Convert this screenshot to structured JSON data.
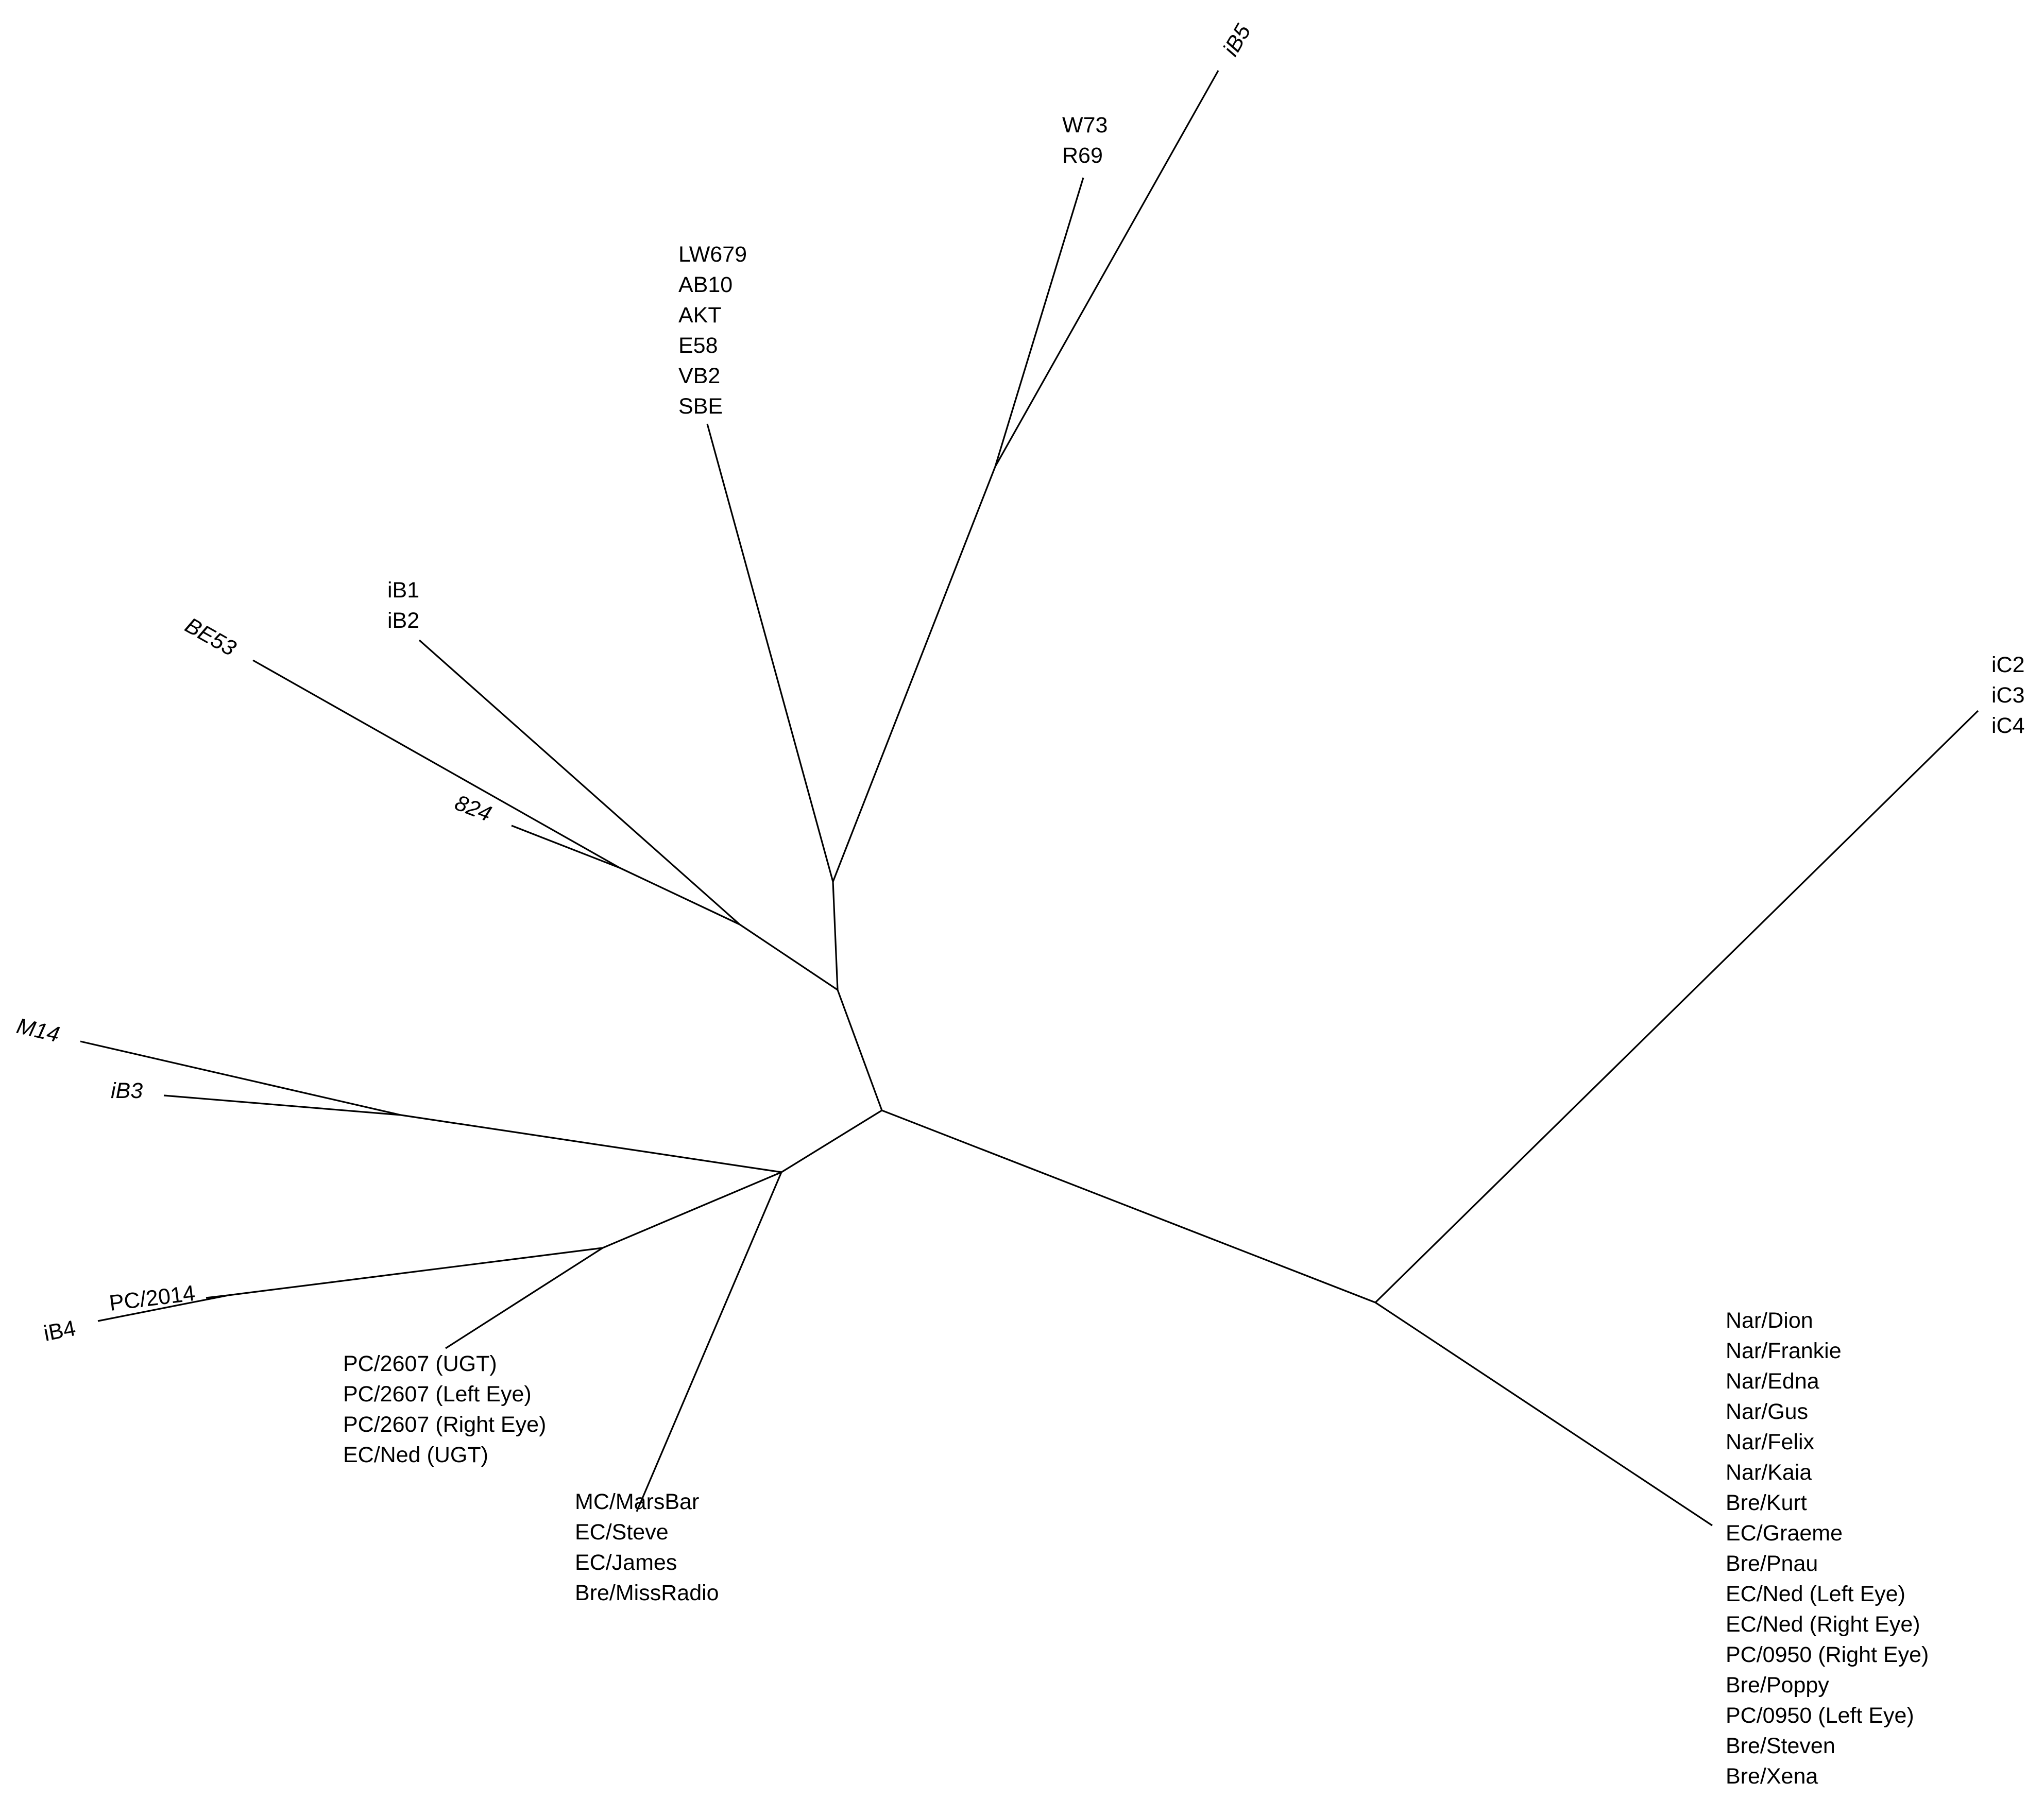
{
  "tree": {
    "line_color": "#000000",
    "background": "#ffffff",
    "taxa": {
      "iB5": "iB5",
      "W73_R69": [
        "W73",
        "R69"
      ],
      "LW679_group": [
        "LW679",
        "AB10",
        "AKT",
        "E58",
        "VB2",
        "SBE"
      ],
      "iB1_iB2": [
        "iB1",
        "iB2"
      ],
      "BE53": "BE53",
      "t824": "824",
      "M14": "M14",
      "iB3": "iB3",
      "PC2014": "PC/2014",
      "iB4": "iB4",
      "PC2607_group": [
        "PC/2607 (UGT)",
        "PC/2607 (Left Eye)",
        "PC/2607 (Right Eye)",
        "EC/Ned (UGT)"
      ],
      "MC_group": [
        "MC/MarsBar",
        "EC/Steve",
        "EC/James",
        "Bre/MissRadio"
      ],
      "iC_group": [
        "iC2",
        "iC3",
        "iC4"
      ],
      "Nar_group": [
        "Nar/Dion",
        "Nar/Frankie",
        "Nar/Edna",
        "Nar/Gus",
        "Nar/Felix",
        "Nar/Kaia",
        "Bre/Kurt",
        "EC/Graeme",
        "Bre/Pnau",
        "EC/Ned (Left Eye)",
        "EC/Ned (Right Eye)",
        "PC/0950 (Right Eye)",
        "Bre/Poppy",
        "PC/0950 (Left Eye)",
        "Bre/Steven",
        "Bre/Xena"
      ]
    }
  }
}
